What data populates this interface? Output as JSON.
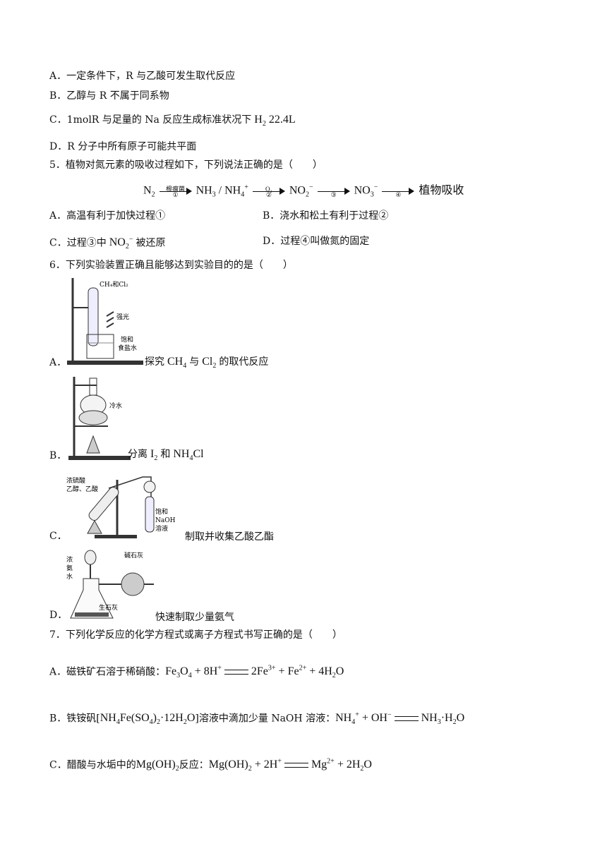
{
  "q4_options": {
    "a": "A．一定条件下，R 与乙酸可发生取代反应",
    "b": "B．乙醇与 R 不属于同系物",
    "c_prefix": "C．1molR 与足量的 Na 反应生成标准状况下",
    "c_formula": "22.4L",
    "d": "D．R 分子中所有原子可能共平面"
  },
  "q5": {
    "stem": "5．植物对氮元素的吸收过程如下，下列说法正确的是（　　）",
    "arrow1_top": "根瘤菌",
    "arrow1_bot": "①",
    "arrow2_top": "O₂",
    "arrow2_bot": "②",
    "arrow3_bot": "③",
    "arrow4_bot": "④",
    "end": "植物吸收",
    "a": "A．高温有利于加快过程①",
    "b": "B．浇水和松土有利于过程②",
    "c_prefix": "C．过程③中",
    "c_suffix": "被还原",
    "d": "D．过程④叫做氮的固定"
  },
  "q6": {
    "stem": "6．下列实验装置正确且能够达到实验目的的是（　　）",
    "a_label": "A．",
    "a_img_text1": "CH₄和Cl₂",
    "a_img_text2": "强光",
    "a_img_text3": "饱和",
    "a_img_text4": "食盐水",
    "a_caption_pre": "探究",
    "a_caption_mid": "与",
    "a_caption_post": "的取代反应",
    "b_label": "B．",
    "b_img_text": "冷水",
    "b_caption_pre": "分离",
    "b_caption_mid": "和",
    "c_label": "C．",
    "c_img_text1": "浓硫酸",
    "c_img_text2": "乙醇、乙酸",
    "c_img_text3": "饱和",
    "c_img_text4": "NaOH",
    "c_img_text5": "溶液",
    "c_caption": "制取并收集乙酸乙酯",
    "d_label": "D．",
    "d_img_text1": "浓",
    "d_img_text2": "氨",
    "d_img_text3": "水",
    "d_img_text4": "碱石灰",
    "d_img_text5": "生石灰",
    "d_caption": "快速制取少量氨气"
  },
  "q7": {
    "stem": "7．下列化学反应的化学方程式或离子方程式书写正确的是（　　）",
    "a_prefix": "A．磁铁矿石溶于稀硝酸：",
    "b_prefix": "B．铁铵矾[",
    "b_mid": "]溶液中滴加少量 NaOH 溶液：",
    "c_prefix": "C．醋酸与水垢中的",
    "c_mid": "反应："
  }
}
